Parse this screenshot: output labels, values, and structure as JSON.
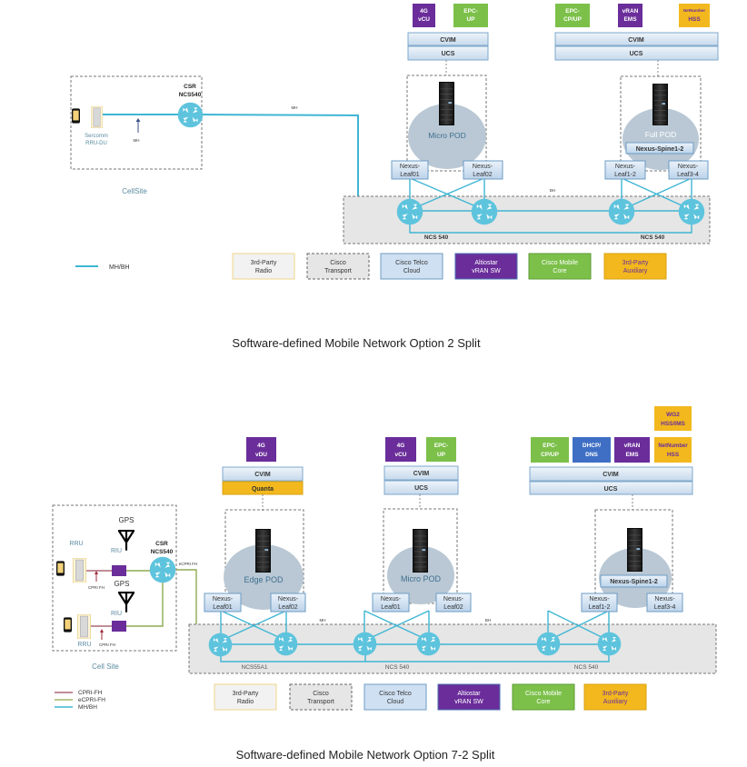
{
  "colors": {
    "link_mh_bh": "#3fb6d3",
    "link_cpri": "#9b4a5a",
    "link_ecpri": "#8faa52",
    "purple": "#6a2d9a",
    "green": "#7cc04a",
    "blue": "#3f6fc4",
    "orange": "#f2b81e",
    "cvim_fill": "#d9e6f3",
    "pod_ellipse": "#b9c8d4",
    "transport_gray": "#e6e6e6",
    "router": "#5ec4dd"
  },
  "diagram1": {
    "title": "Software-defined Mobile Network Option 2 Split",
    "cell_site_label": "CellSite",
    "rru_label_1": "Sercomm",
    "rru_label_2": "RRU-DU",
    "mh_arrow_label": "MH",
    "csr_label_1": "CSR",
    "csr_label_2": "NCS540",
    "mh_link_label": "MH",
    "bh_link_label": "BH",
    "micro_stack": {
      "apps": [
        {
          "l1": "4G",
          "l2": "vCU",
          "color": "purple"
        },
        {
          "l1": "EPC-",
          "l2": "UP",
          "color": "green"
        }
      ],
      "cvim": "CVIM",
      "ucs": "UCS"
    },
    "full_stack": {
      "apps": [
        {
          "l1": "EPC-",
          "l2": "CP/UP",
          "color": "green"
        },
        {
          "l1": "vRAN",
          "l2": "EMS",
          "color": "purple"
        },
        {
          "l1": "NetNumber",
          "l2": "HSS",
          "color": "orange"
        }
      ],
      "cvim": "CVIM",
      "ucs": "UCS"
    },
    "micro_pod_label": "Micro POD",
    "full_pod_label": "Full POD",
    "spine_label": "Nexus-Spine1-2",
    "leaf1": [
      "Nexus-",
      "Leaf01"
    ],
    "leaf2": [
      "Nexus-",
      "Leaf02"
    ],
    "leaf3": [
      "Nexus-",
      "Leaf1-2"
    ],
    "leaf4": [
      "Nexus-",
      "Leaf3-4"
    ],
    "ncs_left": "NCS 540",
    "ncs_right": "NCS 540",
    "legend_line": "MH/BH"
  },
  "legend_boxes": [
    {
      "l1": "3rd-Party",
      "l2": "Radio",
      "kind": "radio"
    },
    {
      "l1": "Cisco",
      "l2": "Transport",
      "kind": "transport"
    },
    {
      "l1": "Cisco Telco",
      "l2": "Cloud",
      "kind": "cloud"
    },
    {
      "l1": "Altiostar",
      "l2": "vRAN SW",
      "kind": "purple"
    },
    {
      "l1": "Cisco Mobile",
      "l2": "Core",
      "kind": "green"
    },
    {
      "l1": "3rd-Party",
      "l2": "Auxiliary",
      "kind": "orange"
    }
  ],
  "diagram2": {
    "title": "Software-defined Mobile Network Option 7-2 Split",
    "cell_site_label": "Cell Site",
    "gps_label": "GPS",
    "riu_label": "RIU",
    "rru_label": "RRU",
    "cpri_label": "CPRI FH",
    "ecpri_label": "eCPRI FH",
    "csr_label_1": "CSR",
    "csr_label_2": "NCS540",
    "mh_link_label": "MH",
    "bh_link_label": "BH",
    "edge_stack": {
      "apps": [
        {
          "l1": "4G",
          "l2": "vDU",
          "color": "purple"
        }
      ],
      "cvim": "CVIM",
      "lower": "Quanta"
    },
    "micro_stack": {
      "apps": [
        {
          "l1": "4G",
          "l2": "vCU",
          "color": "purple"
        },
        {
          "l1": "EPC-",
          "l2": "UP",
          "color": "green"
        }
      ],
      "cvim": "CVIM",
      "ucs": "UCS"
    },
    "full_stack": {
      "apps": [
        {
          "l1": "EPC-",
          "l2": "CP/UP",
          "color": "green"
        },
        {
          "l1": "DHCP/",
          "l2": "DNS",
          "color": "blue"
        },
        {
          "l1": "vRAN",
          "l2": "EMS",
          "color": "purple"
        },
        {
          "l1": "NetNumber",
          "l2": "HSS",
          "color": "orange"
        }
      ],
      "extra": {
        "l1": "WG2",
        "l2": "HSS/IMS",
        "color": "orange"
      },
      "cvim": "CVIM",
      "ucs": "UCS"
    },
    "edge_pod_label": "Edge POD",
    "micro_pod_label": "Micro POD",
    "spine_label": "Nexus-Spine1-2",
    "leafs": [
      [
        "Nexus-",
        "Leaf01"
      ],
      [
        "Nexus-",
        "Leaf02"
      ],
      [
        "Nexus-",
        "Leaf01"
      ],
      [
        "Nexus-",
        "Leaf02"
      ],
      [
        "Nexus-",
        "Leaf1-2"
      ],
      [
        "Nexus-",
        "Leaf3-4"
      ]
    ],
    "ncs_labels": [
      "NCS55A1",
      "NCS 540",
      "NCS 540"
    ],
    "legend_lines": [
      "CPRI-FH",
      "eCPRI-FH",
      "MH/BH"
    ]
  }
}
